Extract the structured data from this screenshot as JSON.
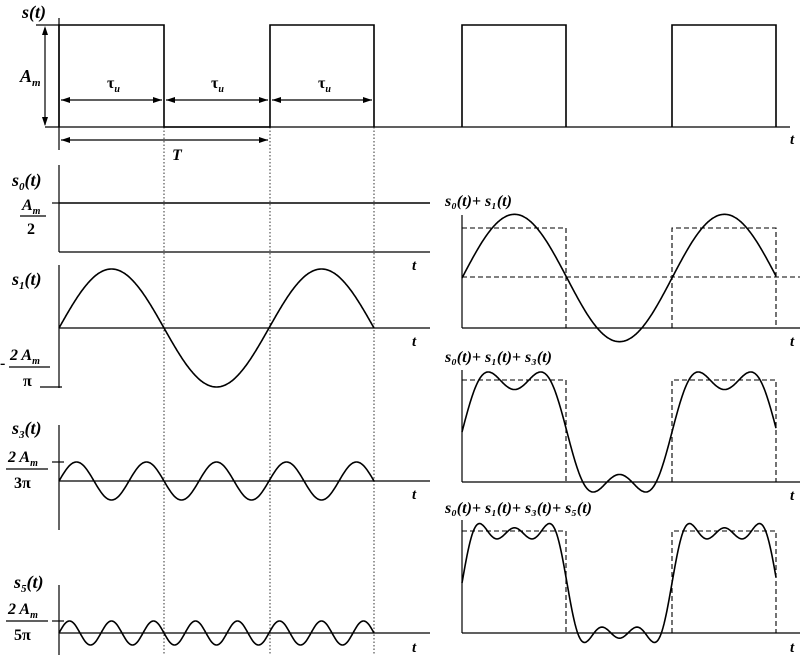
{
  "labels": {
    "s_top": "s(t)",
    "amp": "A",
    "amp_sub": "m",
    "tau": "τ",
    "tau_sub": "u",
    "period": "T",
    "t": "t",
    "s0": "s",
    "s0_sub": "0",
    "s0_arg": "(t)",
    "s0_num": "A",
    "s0_num_sub": "m",
    "s0_den": "2",
    "s1": "s",
    "s1_sub": "1",
    "s1_arg": "(t)",
    "s1_num": "2 A",
    "s1_num_sub": "m",
    "s1_den": "π",
    "s1_minus": "-",
    "s3": "s",
    "s3_sub": "3",
    "s3_arg": "(t)",
    "s3_num": "2 A",
    "s3_num_sub": "m",
    "s3_den": "3π",
    "s5": "s",
    "s5_sub": "5",
    "s5_arg": "(t)",
    "s5_num": "2 A",
    "s5_num_sub": "m",
    "s5_den": "5π",
    "sum1": "s₀(t)+ s₁(t)",
    "sum2": "s₀(t)+ s₁(t)+ s₃(t)",
    "sum3": "s₀(t)+ s₁(t)+ s₃(t)+ s₅(t)"
  }
}
